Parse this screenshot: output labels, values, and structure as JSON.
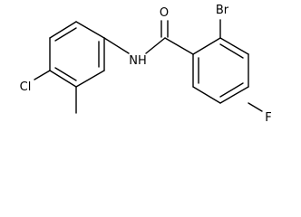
{
  "molecule": {
    "atom_labels": {
      "bromine": "Br",
      "oxygen": "O",
      "chlorine": "Cl",
      "nitrogen_hydrogen": "NH",
      "fluorine": "F"
    }
  }
}
